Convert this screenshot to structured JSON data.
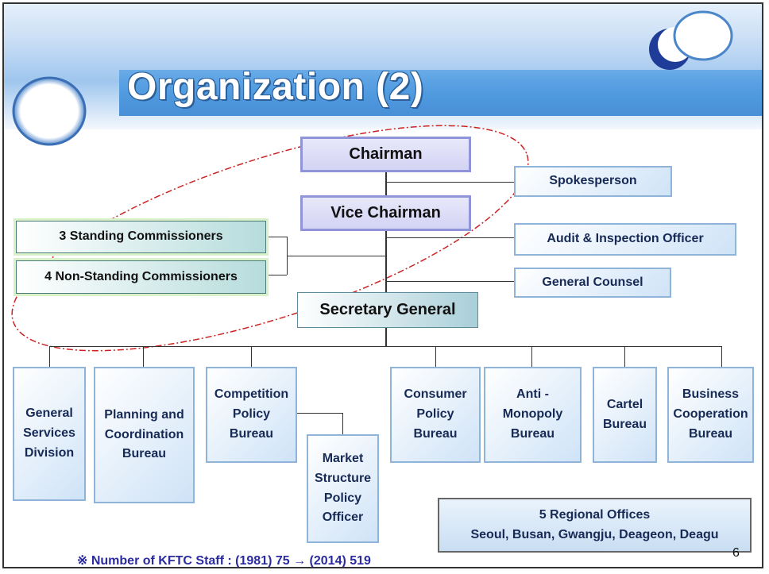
{
  "slide": {
    "title": "Organization (2)",
    "page_number": "6"
  },
  "nodes": {
    "chairman": "Chairman",
    "vice_chairman": "Vice Chairman",
    "spokesperson": "Spokesperson",
    "audit": "Audit & Inspection Officer",
    "general_counsel": "General Counsel",
    "standing": "3 Standing Commissioners",
    "non_standing": "4 Non-Standing Commissioners",
    "secretary_general": "Secretary General",
    "market_structure": [
      "Market",
      "Structure",
      "Policy",
      "Officer"
    ]
  },
  "bureaus": [
    {
      "lines": [
        "General",
        "Services",
        "Division"
      ]
    },
    {
      "lines": [
        "Planning and",
        "Coordination",
        "Bureau"
      ]
    },
    {
      "lines": [
        "Competition",
        "Policy",
        "Bureau"
      ]
    },
    {
      "lines": [
        "Consumer",
        "Policy",
        "Bureau"
      ]
    },
    {
      "lines": [
        "Anti -",
        "Monopoly",
        "Bureau"
      ]
    },
    {
      "lines": [
        "Cartel",
        "Bureau"
      ]
    },
    {
      "lines": [
        "Business",
        "Cooperation",
        "Bureau"
      ]
    }
  ],
  "regional": {
    "line1": "5 Regional Offices",
    "line2": "Seoul, Busan, Gwangju, Deageon, Deagu"
  },
  "footnote": "※ Number of KFTC Staff : (1981) 75 → (2014) 519",
  "colors": {
    "title_band": "#3d8fdc",
    "chairman_border": "#8f95d8",
    "box_border": "#8fb4d8",
    "dashed_ellipse": "#cc2222",
    "footnote_text": "#2b2ba0"
  }
}
